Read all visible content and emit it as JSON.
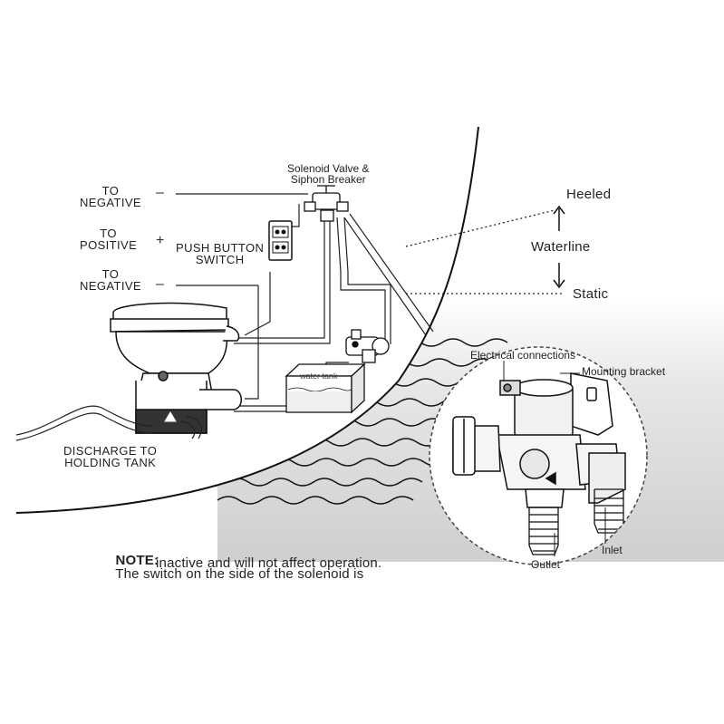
{
  "labels": {
    "to_negative_top": "TO\nNEGATIVE",
    "to_positive": "TO\nPOSITIVE",
    "to_negative_bottom": "TO\nNEGATIVE",
    "minus_sign": "–",
    "plus_sign": "+",
    "push_button_switch": "PUSH BUTTON\nSWITCH",
    "solenoid_valve": "Solenoid Valve &\nSiphon Breaker",
    "water_tank": "water tank",
    "discharge": "DISCHARGE TO\nHOLDING TANK",
    "heeled": "Heeled",
    "waterline": "Waterline",
    "static": "Static",
    "electrical_connections": "Electrical connections",
    "mounting_bracket": "Mounting bracket",
    "outlet": "Outlet",
    "inlet": "Inlet"
  },
  "note": {
    "prefix": "NOTE:",
    "line1": "The switch on the side of the solenoid is",
    "line2": "inactive and will not affect operation."
  },
  "colors": {
    "line": "#1a1a1a",
    "water_shade": "#d9d9d9",
    "detail_border": "#444444"
  }
}
